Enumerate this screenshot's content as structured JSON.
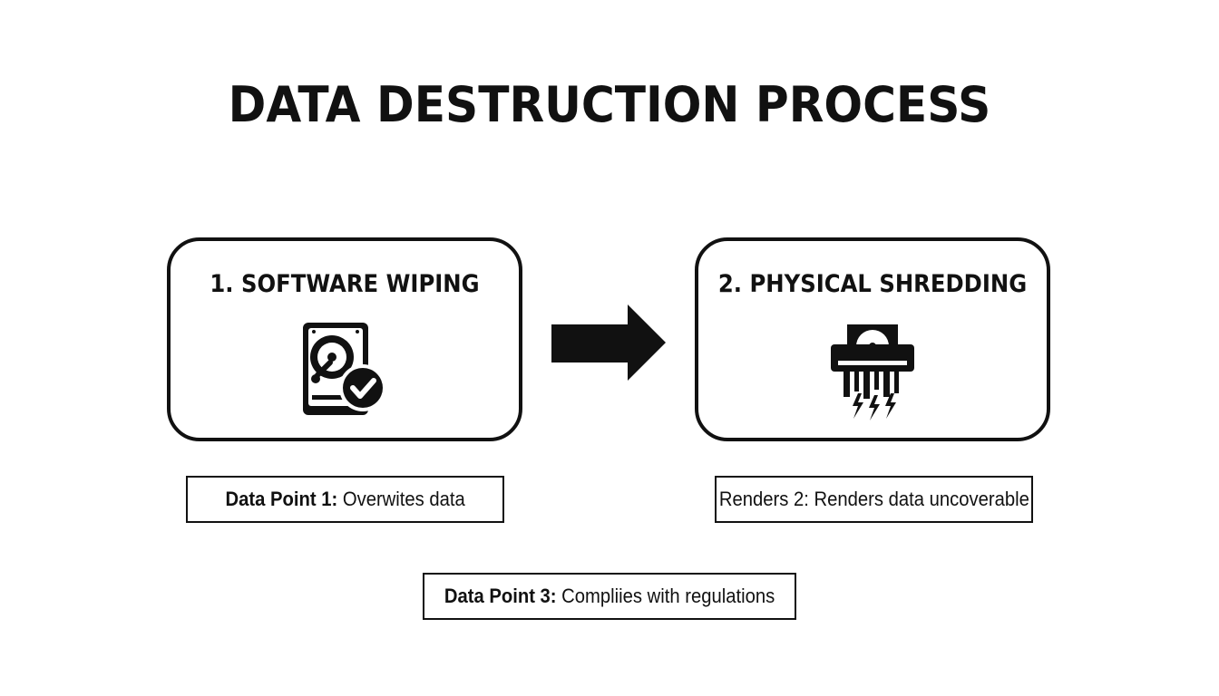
{
  "title": "DATA DESTRUCTION PROCESS",
  "steps": [
    {
      "title": "1. SOFTWARE WIPING",
      "icon": "hard-drive-check-icon"
    },
    {
      "title": "2. PHYSICAL SHREDDING",
      "icon": "shredder-icon"
    }
  ],
  "arrow_icon": "right-arrow-icon",
  "points": [
    {
      "label": "Data Point 1:",
      "text": " Overwites data"
    },
    {
      "label": "",
      "text": "Renders 2: Renders data uncoverable"
    },
    {
      "label": "Data Point 3:",
      "text": " Compliies with regulations"
    }
  ],
  "colors": {
    "ink": "#111111",
    "background": "#ffffff"
  }
}
